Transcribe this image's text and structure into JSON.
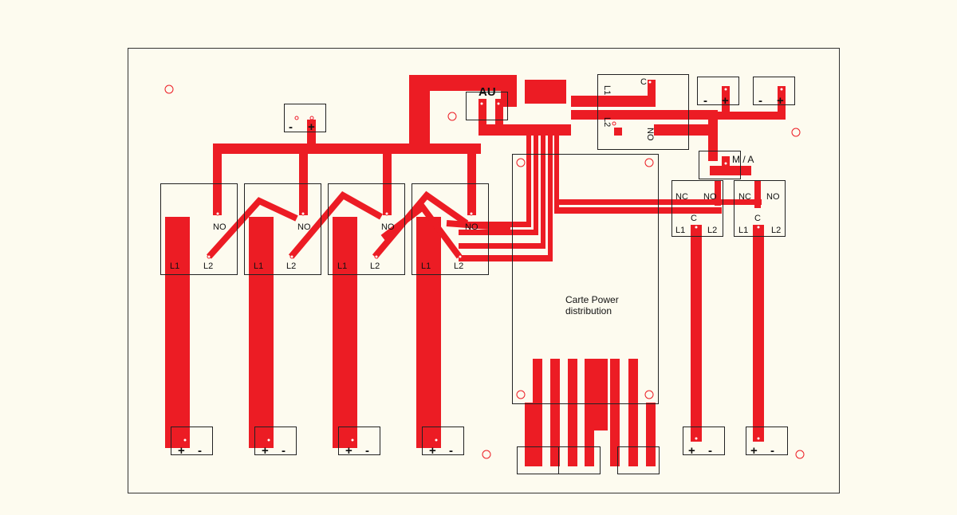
{
  "colors": {
    "background": "#fdfbef",
    "copper": "#ec1c24",
    "outline": "#222222",
    "hole": "#ec1c24"
  },
  "labels": {
    "au": "AU",
    "ma": "M / A",
    "carte": "Carte Power",
    "carte2": "distribution",
    "plus": "+",
    "minus": "-",
    "nc": "NC",
    "no": "NO",
    "c": "C",
    "l1": "L1",
    "l2": "L2"
  }
}
